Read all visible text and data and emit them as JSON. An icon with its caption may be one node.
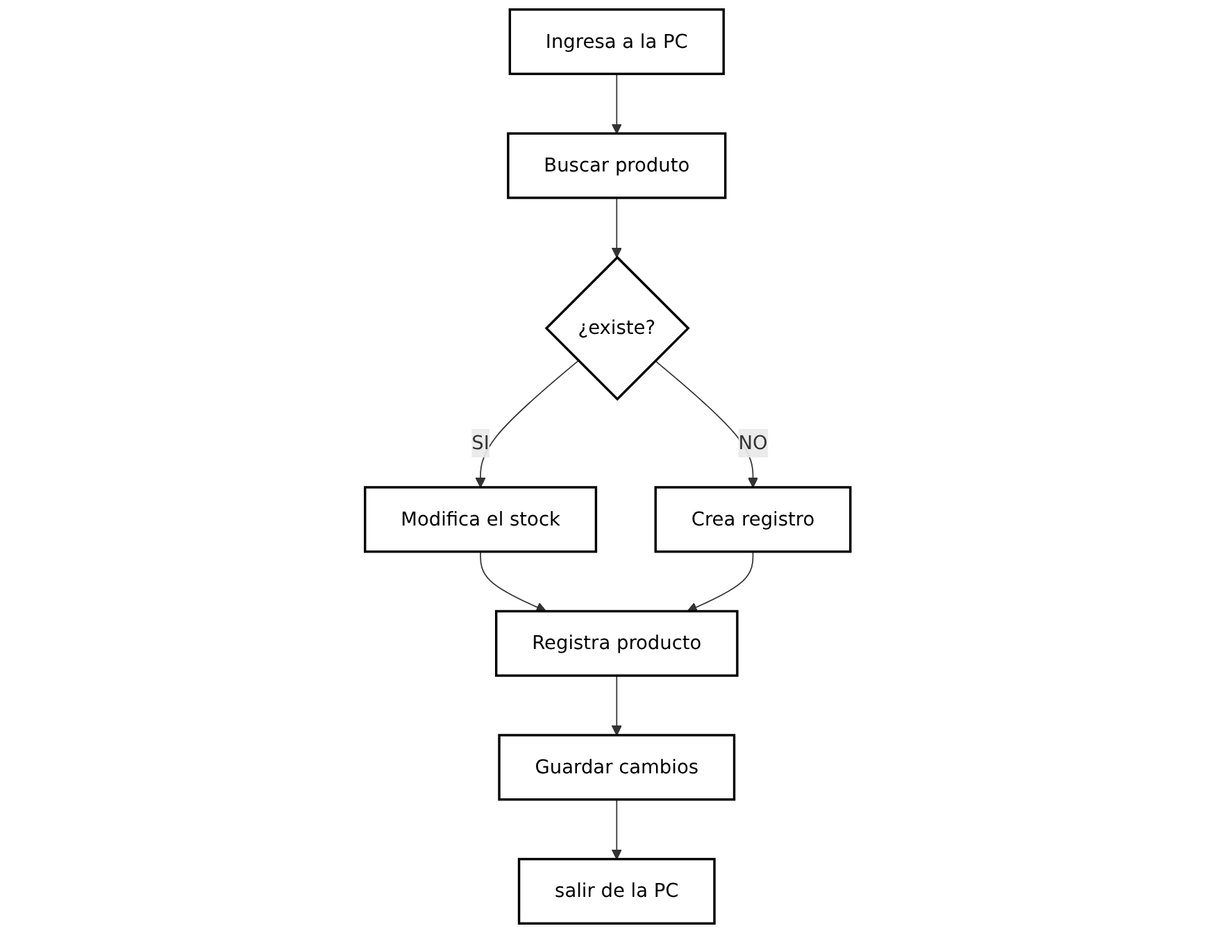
{
  "diagram": {
    "nodes": [
      {
        "text": [
          "Ingresa a la PC"
        ]
      },
      {
        "text": [
          "Buscar produto"
        ]
      },
      {
        "text": [
          "¿existe?"
        ]
      },
      {
        "text": [
          "Modifica el stock"
        ]
      },
      {
        "text": [
          "Crea registro"
        ]
      },
      {
        "text": [
          "Registra producto"
        ]
      },
      {
        "text": [
          "Guardar cambios"
        ]
      },
      {
        "text": [
          "salir de la PC"
        ]
      }
    ],
    "edges": [
      {
        "from": 0,
        "to": 1,
        "arrow": "to"
      },
      {
        "from": 1,
        "to": 2,
        "arrow": "to"
      },
      {
        "from": 2,
        "to": 3,
        "arrow": "to",
        "label": "SI"
      },
      {
        "from": 2,
        "to": 4,
        "arrow": "to",
        "label": "NO"
      },
      {
        "from": 3,
        "to": 5,
        "arrow": "to"
      },
      {
        "from": 4,
        "to": 5,
        "arrow": "to"
      },
      {
        "from": 5,
        "to": 6,
        "arrow": "to"
      },
      {
        "from": 6,
        "to": 7,
        "arrow": "to"
      }
    ]
  }
}
